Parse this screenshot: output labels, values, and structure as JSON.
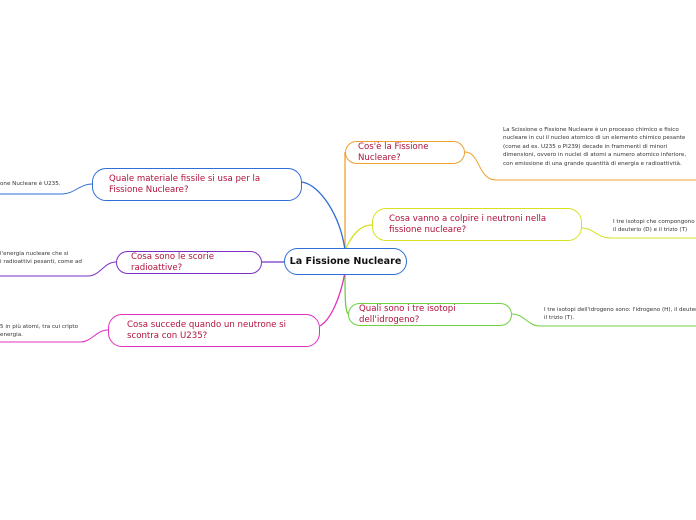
{
  "root": {
    "title": "La Fissione Nucleare"
  },
  "branches": {
    "cos_e": {
      "label": "Cos'è la Fissione Nucleare?",
      "note": "La Scissione o Fissione Nucleare è un processo chimico e fisico nucleare in cui il nucleo atomico di un elemento chimico pesante (come ad es. U235 o Pl239) decade in frammenti di minori dimensioni, ovvero in nuclei di atomi a numero atomico inferiore, con emissione di una grande quantità di energia e radioattività.",
      "color": "#f0a030"
    },
    "neutroni": {
      "label": "Cosa vanno a colpire i neutroni nella fissione nucleare?",
      "note_line1": "I tre isotopi che compongono",
      "note_line2": "il deuterio (D) e il trizio (T)",
      "color": "#d8e020"
    },
    "isotopi": {
      "label": "Quali sono i tre isotopi dell'idrogeno?",
      "note_line1": "I tre isotopi dell'idrogeno sono: l'idrogeno (H), il deuterio",
      "note_line2": "il trizio (T).",
      "color": "#70d040"
    },
    "materiale": {
      "label": "Quale materiale fissile si usa per la Fissione Nucleare?",
      "note_line1": "one Nucleare è U235.",
      "color": "#2e6fd6"
    },
    "scorie": {
      "label": "Cosa sono le scorie radioattive?",
      "note_line1": "l'energia nucleare che si",
      "note_line2": "i radioattivi pesanti, come ad",
      "color": "#7a30c8"
    },
    "neutrone": {
      "label": "Cosa succede quando un neutrone si scontra con U235?",
      "note_line1": "5 in più atomi, tra cui cripto",
      "note_line2": "energia.",
      "color": "#e030c0"
    }
  }
}
